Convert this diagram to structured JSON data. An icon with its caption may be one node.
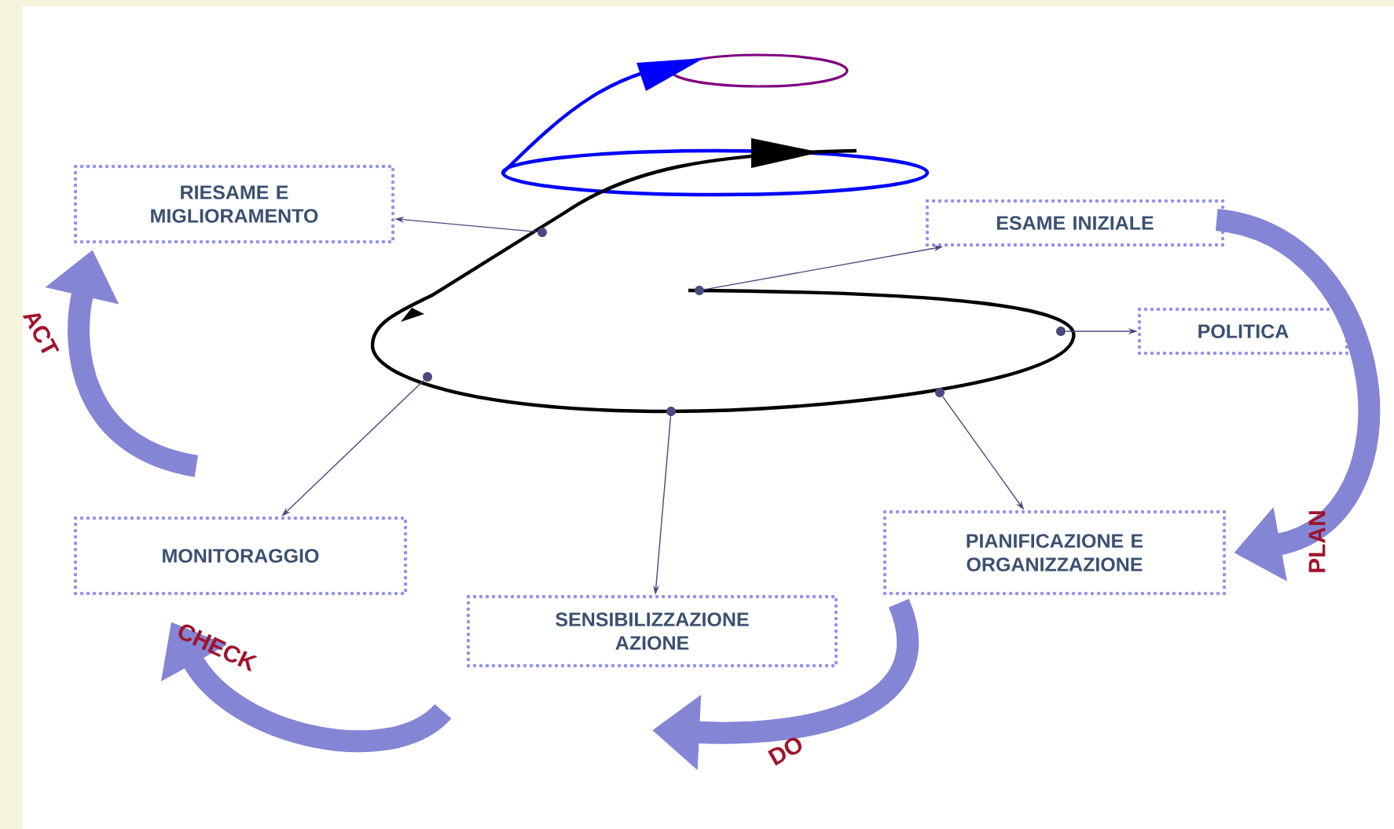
{
  "diagram": {
    "nodes": [
      {
        "text": [
          "RIESAME E MIGLIORAMENTO"
        ]
      },
      {
        "text": [
          "ESAME INIZIALE"
        ]
      },
      {
        "text": [
          "POLITICA"
        ]
      },
      {
        "text": [
          "PIANIFICAZIONE E ORGANIZZAZIONE"
        ]
      },
      {
        "text": [
          "SENSIBILIZZAZIONE AZIONE"
        ]
      },
      {
        "text": [
          "MONITORAGGIO"
        ]
      },
      {
        "text": [],
        "shape": "circle"
      },
      {
        "text": [],
        "shape": "circle"
      },
      {
        "text": [],
        "shape": "circle"
      },
      {
        "text": [],
        "shape": "circle"
      },
      {
        "text": [],
        "shape": "circle"
      },
      {
        "text": [],
        "shape": "circle"
      }
    ],
    "edges": [
      {
        "from": 6,
        "to": 0,
        "arrow": "to"
      },
      {
        "from": 7,
        "to": 1,
        "arrow": "to"
      },
      {
        "from": 8,
        "to": 2,
        "arrow": "to"
      },
      {
        "from": 9,
        "to": 3,
        "arrow": "to"
      },
      {
        "from": 10,
        "to": 4,
        "arrow": "to"
      },
      {
        "from": 11,
        "to": 5,
        "arrow": "to"
      },
      {
        "from": 1,
        "to": 3,
        "arrow": "to",
        "label": "PLAN",
        "style": "thick",
        "color": "#8585d6"
      },
      {
        "from": 3,
        "to": 4,
        "arrow": "to",
        "label": "DO",
        "style": "thick",
        "color": "#8585d6"
      },
      {
        "from": 4,
        "to": 5,
        "arrow": "to",
        "label": "CHECK",
        "style": "thick",
        "color": "#8585d6"
      },
      {
        "from": 5,
        "to": 0,
        "arrow": "to",
        "label": "ACT",
        "style": "thick",
        "color": "#8585d6"
      }
    ]
  }
}
